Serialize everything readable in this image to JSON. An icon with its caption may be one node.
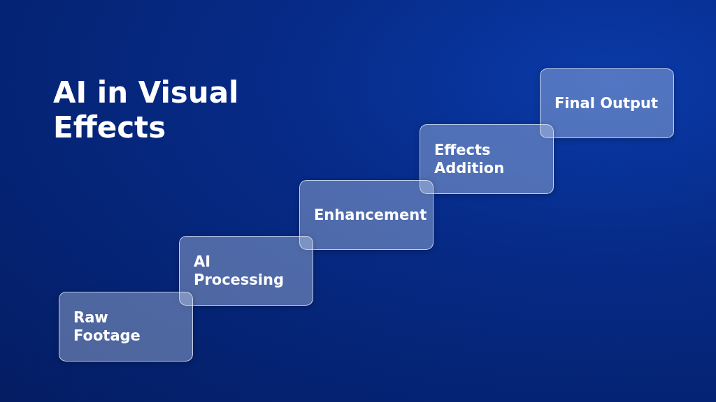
{
  "diagram": {
    "title": "AI in Visual Effects",
    "nodes": [
      {
        "text": [
          "Raw Footage"
        ]
      },
      {
        "text": [
          "AI Processing"
        ]
      },
      {
        "text": [
          "Enhancement"
        ]
      },
      {
        "text": [
          "Effects Addition"
        ]
      },
      {
        "text": [
          "Final Output"
        ]
      }
    ]
  }
}
